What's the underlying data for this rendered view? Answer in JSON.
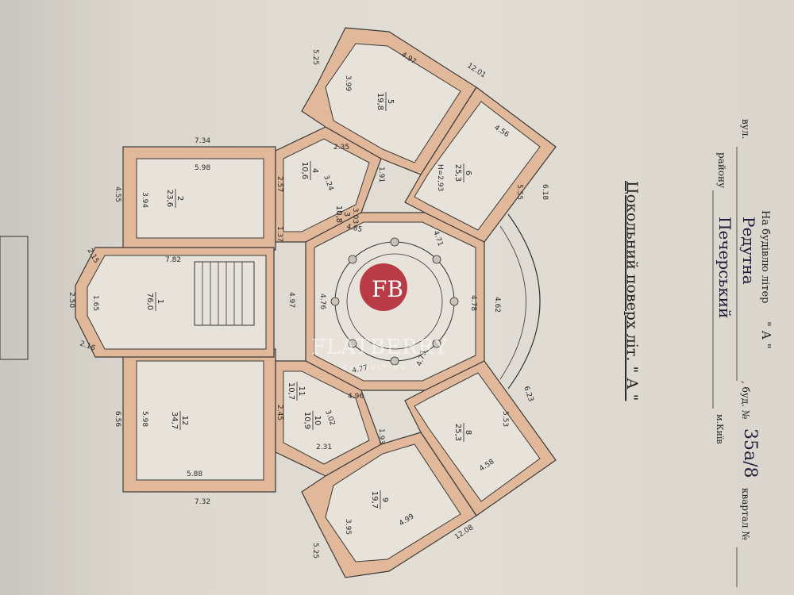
{
  "header": {
    "lit_label": "На будівлю літер",
    "lit_value": "\" А \"",
    "street_label": "вул.",
    "street_value": "Редутна",
    "build_label": ", буд. №",
    "build_value": "35а/8",
    "quarter_label": "квартал №",
    "district_label": "району",
    "district_value": "Печерський",
    "city_value": "м.Київ"
  },
  "title": "Цокольний поверх літ. \" А \"",
  "watermark": {
    "brand": "FLATBERRY",
    "sub": "CONSULTING",
    "monogram": "FB"
  },
  "rooms": [
    {
      "id": "r1",
      "number": "1",
      "area": "76,0"
    },
    {
      "id": "r2",
      "number": "2",
      "area": "23,6"
    },
    {
      "id": "r3",
      "number": "3",
      "area": "10,8"
    },
    {
      "id": "r4",
      "number": "4",
      "area": "10,6"
    },
    {
      "id": "r5",
      "number": "5",
      "area": "19,8"
    },
    {
      "id": "r6",
      "number": "6",
      "area": "25,3"
    },
    {
      "id": "r8",
      "number": "8",
      "area": "25,3"
    },
    {
      "id": "r9",
      "number": "9",
      "area": "19,7"
    },
    {
      "id": "r10",
      "number": "10",
      "area": "10,9"
    },
    {
      "id": "r11",
      "number": "11",
      "area": "10,7"
    },
    {
      "id": "r12",
      "number": "12",
      "area": "34,7"
    }
  ],
  "height_note": "Н=2,93",
  "dimensions": {
    "d_734": "7.34",
    "d_598a": "5.98",
    "d_455": "4.55",
    "d_394": "3.94",
    "d_257": "2.57",
    "d_235": "2.35",
    "d_324": "3.24",
    "d_191": "1.91",
    "d_137": "1.37",
    "d_303": "3.03",
    "d_485": "4.85",
    "d_471": "4.71",
    "d_525a": "5.25",
    "d_399": "3.99",
    "d_497a": "4.97",
    "d_1201a": "12.01",
    "d_456": "4.56",
    "d_555": "5.55",
    "d_618": "6.18",
    "d_782": "7.82",
    "d_215": "2.15",
    "d_250": "2.50",
    "d_165": "1.65",
    "d_216": "2.16",
    "d_497b": "4.97",
    "d_476": "4.76",
    "d_478": "4.78",
    "d_462": "4.62",
    "d_477": "4.77",
    "d_473": "4.73",
    "d_496": "4.96",
    "d_302": "3.02",
    "d_193": "1.93",
    "d_231": "2.31",
    "d_245": "2.45",
    "d_656": "6.56",
    "d_598b": "5.98",
    "d_588": "5.88",
    "d_732": "7.32",
    "d_553": "5.53",
    "d_623": "6.23",
    "d_458": "4.58",
    "d_395": "3.95",
    "d_499": "4.99",
    "d_525b": "5.25",
    "d_1208": "12.08"
  },
  "colors": {
    "wall": "#e2b89a",
    "paper": "#e2ded5",
    "ink": "#1f1f1f",
    "logo": "#b01d2a"
  }
}
